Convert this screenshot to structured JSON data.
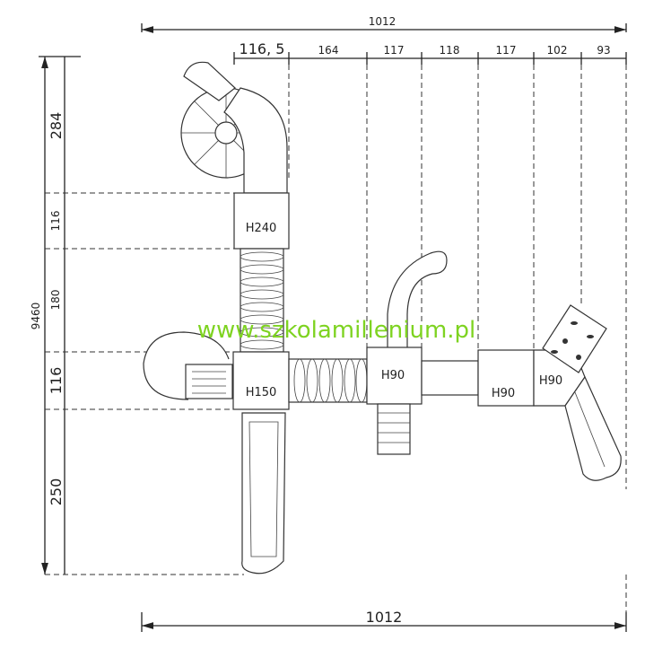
{
  "dimensions": {
    "top_total": "1012",
    "bottom_total": "1012",
    "top_segments": [
      "116, 5",
      "164",
      "117",
      "118",
      "117",
      "102",
      "93"
    ],
    "left_total": "9460",
    "left_segments": [
      "284",
      "116",
      "180",
      "116",
      "250"
    ]
  },
  "modules": {
    "tower_top": "H240",
    "tower_center": "H150",
    "tower_mid": "H90",
    "tower_right1": "H90",
    "tower_right2": "H90"
  },
  "watermark": "www.szkolamillenium.pl",
  "colors": {
    "watermark": "#7ed321",
    "lines": "#222222"
  }
}
